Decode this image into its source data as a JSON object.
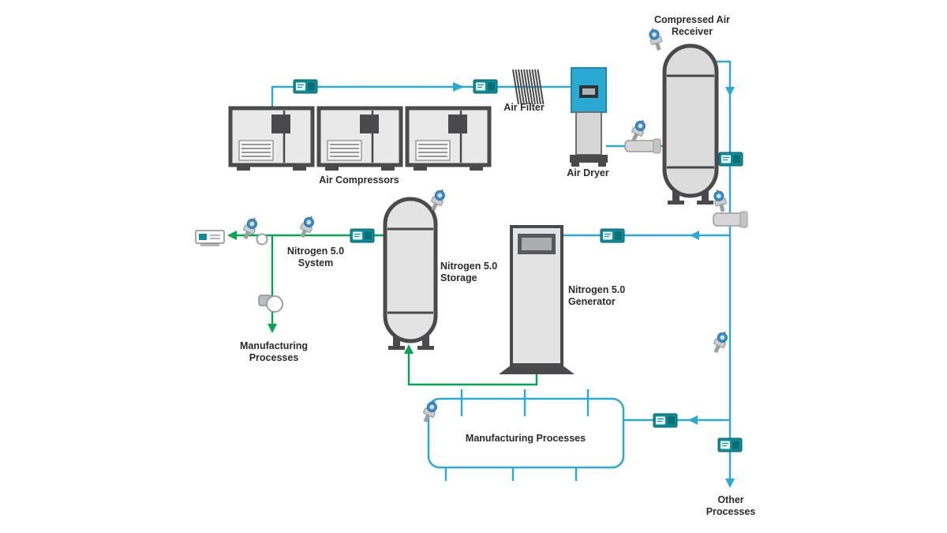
{
  "diagram": {
    "labels": {
      "compressed_air_receiver": "Compressed Air Receiver",
      "air_filter": "Air Filter",
      "air_dryer": "Air Dryer",
      "air_compressors": "Air Compressors",
      "nitrogen_system": "Nitrogen 5.0 System",
      "nitrogen_storage": "Nitrogen 5.0 Storage",
      "nitrogen_generator": "Nitrogen 5.0 Generator",
      "manufacturing_processes_left": "Manufacturing Processes",
      "manufacturing_processes_box": "Manufacturing Processes",
      "other_processes": "Other Processes"
    },
    "colors": {
      "air_line": "#2AA9D2",
      "nitrogen_line": "#00A651",
      "flow_meter": "#0D8C96",
      "transmitter": "#3D8EC9",
      "equipment_outline": "#4A4A4C",
      "equipment_fill": "#E6E6E7",
      "label_text": "#2B2B2B"
    },
    "icons": {
      "flow_meter": "flow-meter-icon",
      "pressure_transmitter": "pressure-transmitter-icon",
      "valve": "valve-icon",
      "arrow": "flow-arrow-icon"
    }
  }
}
